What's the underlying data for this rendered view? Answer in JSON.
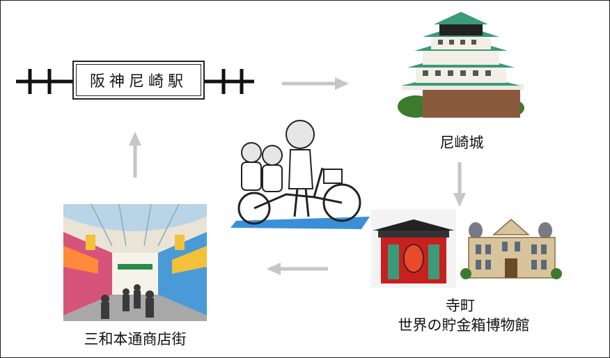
{
  "station": {
    "name": "阪神尼崎駅"
  },
  "castle": {
    "label": "尼崎城"
  },
  "temple": {
    "line1": "寺町",
    "line2": "世界の貯金箱博物館"
  },
  "street": {
    "label": "三和本通商店街"
  },
  "colors": {
    "arrow": "#c6c6c6",
    "rail": "#111111",
    "castle_roof": "#3a9a7a",
    "castle_base": "#8b5a3c",
    "bike_ground": "#3a8fd8",
    "temple_gate": "#c8201e",
    "museum_dome": "#7a7a86"
  }
}
